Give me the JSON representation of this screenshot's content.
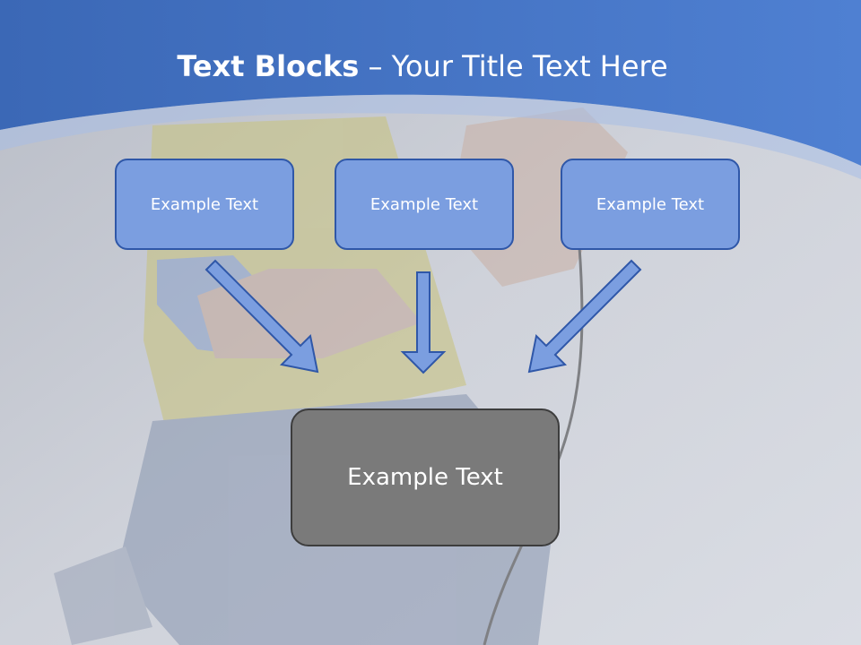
{
  "title": {
    "bold": "Text Blocks",
    "separator": " – ",
    "rest": "Your Title Text Here"
  },
  "boxes": [
    {
      "label": "Example Text"
    },
    {
      "label": "Example Text"
    },
    {
      "label": "Example Text"
    }
  ],
  "center_box": {
    "label": "Example Text"
  },
  "colors": {
    "header_blue": "#4a78c8",
    "box_fill": "#7b9ee0",
    "box_border": "#2f57a8",
    "center_fill": "#7a7a7a",
    "center_border": "#3d3d3d"
  }
}
